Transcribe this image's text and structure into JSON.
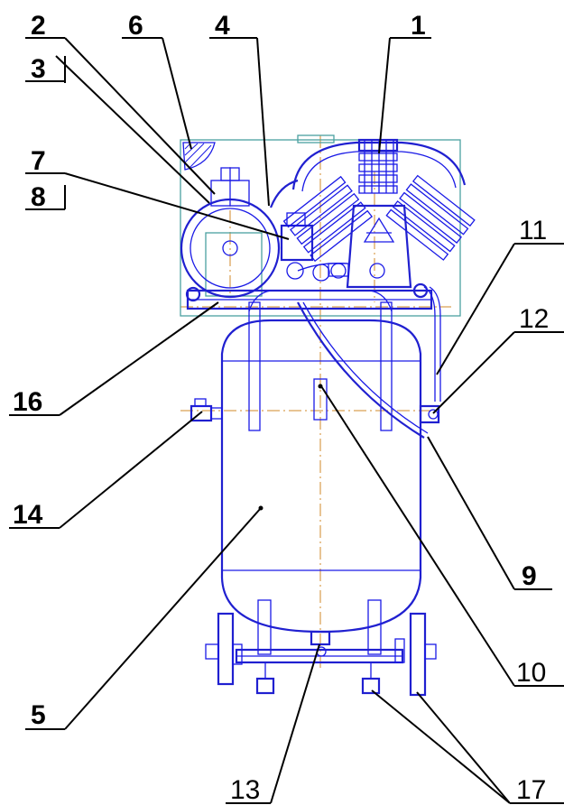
{
  "diagram": {
    "callouts": [
      {
        "id": "c1",
        "text": "1"
      },
      {
        "id": "c2",
        "text": "2"
      },
      {
        "id": "c3",
        "text": "3"
      },
      {
        "id": "c4",
        "text": "4"
      },
      {
        "id": "c5",
        "text": "5"
      },
      {
        "id": "c6",
        "text": "6"
      },
      {
        "id": "c7",
        "text": "7"
      },
      {
        "id": "c8",
        "text": "8"
      },
      {
        "id": "c9",
        "text": "9"
      },
      {
        "id": "c10",
        "text": "10"
      },
      {
        "id": "c11",
        "text": "11"
      },
      {
        "id": "c12",
        "text": "12"
      },
      {
        "id": "c13",
        "text": "13"
      },
      {
        "id": "c14",
        "text": "14"
      },
      {
        "id": "c16",
        "text": "16"
      },
      {
        "id": "c17",
        "text": "17"
      }
    ],
    "colors": {
      "outline": "#1a1ae6",
      "frame": "#4aa0a0",
      "centerline": "#d08a2a",
      "leader": "#000000"
    }
  }
}
